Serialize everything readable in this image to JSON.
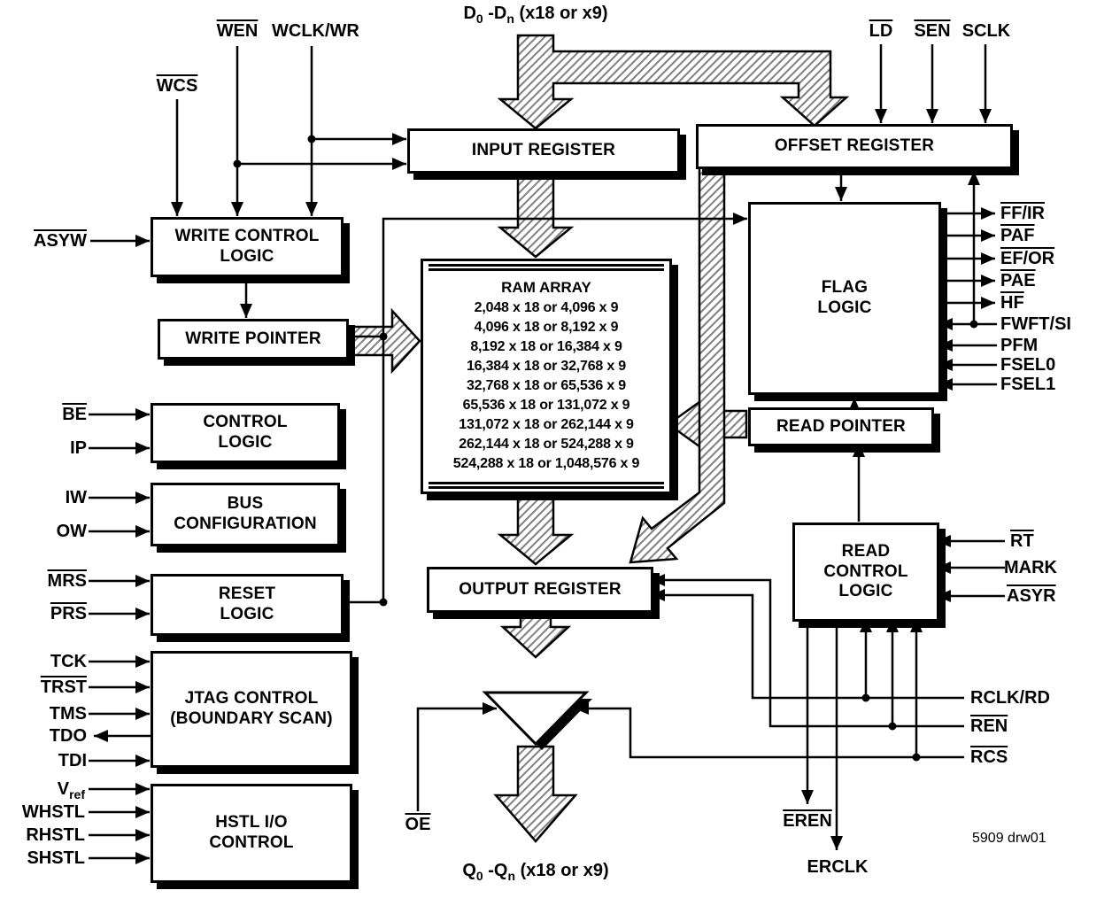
{
  "colors": {
    "ink": "#000000",
    "hatch": "#808080",
    "background": "#ffffff"
  },
  "blocks": {
    "input_register": "INPUT REGISTER",
    "offset_register": "OFFSET REGISTER",
    "write_control_logic": [
      "WRITE CONTROL",
      "LOGIC"
    ],
    "write_pointer": "WRITE POINTER",
    "flag_logic": [
      "FLAG",
      "LOGIC"
    ],
    "read_pointer": "READ POINTER",
    "control_logic": [
      "CONTROL",
      "LOGIC"
    ],
    "bus_configuration": [
      "BUS",
      "CONFIGURATION"
    ],
    "reset_logic": [
      "RESET",
      "LOGIC"
    ],
    "jtag_control": [
      "JTAG CONTROL",
      "(BOUNDARY SCAN)"
    ],
    "hstl_control": [
      "HSTL I/O",
      "CONTROL"
    ],
    "output_register": "OUTPUT REGISTER",
    "read_control_logic": [
      "READ",
      "CONTROL",
      "LOGIC"
    ]
  },
  "ram": {
    "title": "RAM ARRAY",
    "sizes": [
      "2,048 x 18 or 4,096 x 9",
      "4,096 x 18 or 8,192 x 9",
      "8,192 x 18 or 16,384 x 9",
      "16,384 x 18 or 32,768 x 9",
      "32,768 x 18 or 65,536 x 9",
      "65,536 x 18 or 131,072 x 9",
      "131,072 x 18 or 262,144 x 9",
      "262,144 x 18 or 524,288 x 9",
      "524,288 x 18 or 1,048,576 x 9"
    ]
  },
  "io": {
    "data_in": {
      "base1": "D",
      "sub1": "0",
      "base2": " -D",
      "sub2": "n",
      "suffix": " (x18 or x9)"
    },
    "data_out": {
      "base1": "Q",
      "sub1": "0",
      "base2": " -Q",
      "sub2": "n",
      "suffix": " (x18 or x9)"
    }
  },
  "signals": {
    "wcs": "WCS",
    "wen": "WEN",
    "wclk_wr": "WCLK/WR",
    "asyw": "ASYW",
    "ld": "LD",
    "sen": "SEN",
    "sclk": "SCLK",
    "be": "BE",
    "ip": "IP",
    "iw": "IW",
    "ow": "OW",
    "mrs": "MRS",
    "prs": "PRS",
    "tck": "TCK",
    "trst": "TRST",
    "tms": "TMS",
    "tdo": "TDO",
    "tdi": "TDI",
    "vref": {
      "base": "V",
      "sub": "ref"
    },
    "whstl": "WHSTL",
    "rhstl": "RHSTL",
    "shstl": "SHSTL",
    "ff_ir": "FF/IR",
    "paf": "PAF",
    "ef_or": "EF/OR",
    "pae": "PAE",
    "hf": "HF",
    "fwft_si": "FWFT/SI",
    "pfm": "PFM",
    "fsel0": "FSEL0",
    "fsel1": "FSEL1",
    "rt": "RT",
    "mark": "MARK",
    "asyr": "ASYR",
    "rclk_rd": "RCLK/RD",
    "ren": "REN",
    "rcs": "RCS",
    "eren": "EREN",
    "erclk": "ERCLK",
    "oe": "OE"
  },
  "note": "5909 drw01"
}
